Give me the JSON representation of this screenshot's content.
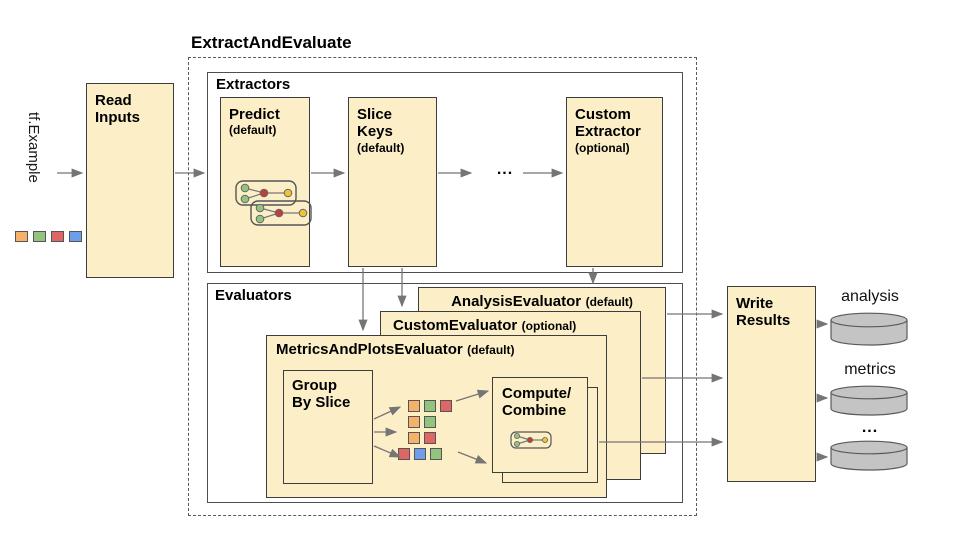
{
  "colors": {
    "box_fill": "#fcefc8",
    "box_border": "#3d3d3d",
    "container_border": "#4f4f4f",
    "dashed_border": "#5a5a5a",
    "arrow": "#757575",
    "sq_border": "#555555",
    "sq_orange": "#f6b26b",
    "sq_green": "#93c47d",
    "sq_red": "#e06666",
    "sq_blue": "#6d9eeb",
    "node_green": "#93c47d",
    "node_red": "#bf4135",
    "node_yellow": "#f1c232",
    "db_fill": "#c4c4c4",
    "db_border": "#5a5a5a"
  },
  "pipeline": {
    "title": "ExtractAndEvaluate"
  },
  "input": {
    "label": "tf.Example",
    "legend_squares": [
      "sq_orange",
      "sq_green",
      "sq_red",
      "sq_blue"
    ]
  },
  "read_inputs": {
    "title": "Read Inputs"
  },
  "extractors": {
    "label": "Extractors",
    "predict": {
      "title": "Predict",
      "qualifier": "(default)"
    },
    "slice_keys": {
      "title": "Slice Keys",
      "qualifier": "(default)"
    },
    "ellipsis": "...",
    "custom_extractor": {
      "title": "Custom Extractor",
      "qualifier": "(optional)"
    }
  },
  "evaluators": {
    "label": "Evaluators",
    "analysis_evaluator": {
      "title": "AnalysisEvaluator",
      "qualifier": "(default)"
    },
    "custom_evaluator": {
      "title": "CustomEvaluator",
      "qualifier": "(optional)"
    },
    "metrics_evaluator": {
      "title": "MetricsAndPlotsEvaluator",
      "qualifier": "(default)",
      "group_by_slice": {
        "title": "Group By Slice"
      },
      "slice_groups": [
        [
          "sq_orange",
          "sq_green",
          "sq_red"
        ],
        [
          "sq_orange",
          "sq_green"
        ],
        [
          "sq_orange",
          "sq_red"
        ],
        [
          "sq_red",
          "sq_blue",
          "sq_green"
        ]
      ],
      "compute_combine": {
        "title_line1": "Compute/",
        "title_line2": "Combine"
      }
    }
  },
  "write_results": {
    "title": "Write Results"
  },
  "outputs": [
    {
      "label": "analysis"
    },
    {
      "label": "metrics"
    },
    {
      "label": "..."
    }
  ]
}
